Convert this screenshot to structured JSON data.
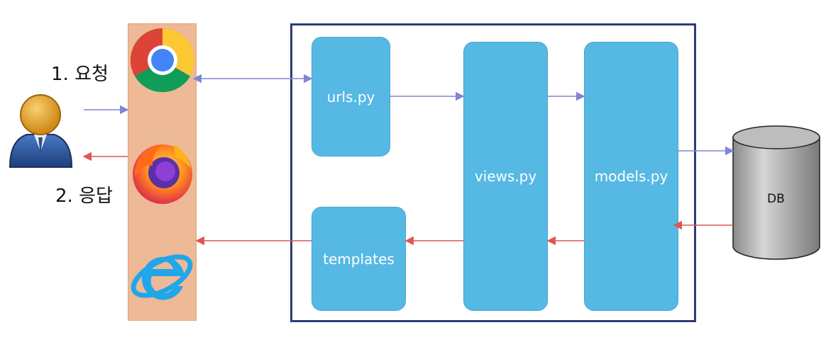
{
  "client": {
    "request_label": "1. 요청",
    "response_label": "2. 응답",
    "user_icon": "user-avatar-icon"
  },
  "browsers": {
    "icons": [
      "chrome-icon",
      "firefox-icon",
      "internet-explorer-icon"
    ]
  },
  "modules": {
    "urls": "urls.py",
    "views": "views.py",
    "models": "models.py",
    "templates": "templates"
  },
  "database": {
    "label": "DB"
  },
  "colors": {
    "request_arrow": "#7f86d4",
    "response_arrow": "#e05555",
    "module_fill": "#56b9e3",
    "browser_strip": "#edb996",
    "frame_border": "#2f3a7a"
  }
}
